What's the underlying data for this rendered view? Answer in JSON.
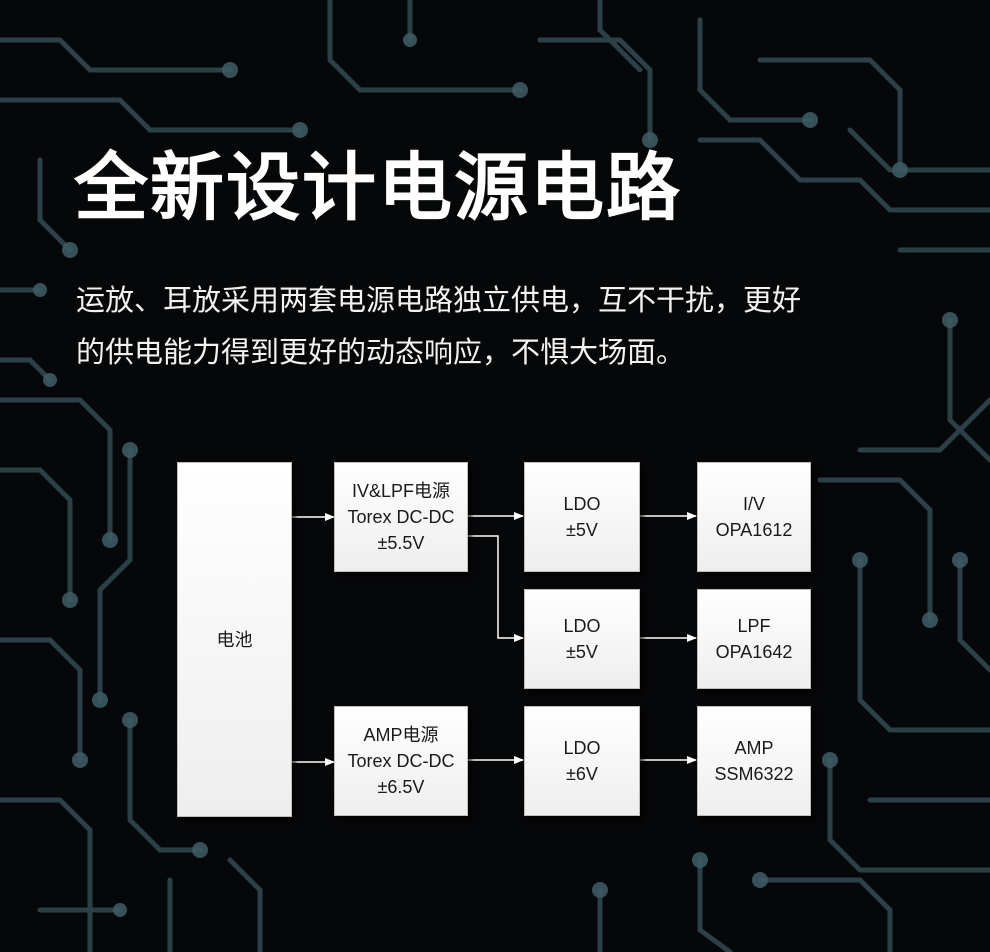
{
  "title": "全新设计电源电路",
  "description": {
    "line1": "运放、耳放采用两套电源电路独立供电，互不干扰，更好",
    "line2": "的供电能力得到更好的动态响应，不惧大场面。"
  },
  "diagram": {
    "battery": "电池",
    "supply_ivlpf": {
      "line1": "IV&LPF电源",
      "line2": "Torex DC-DC",
      "line3": "±5.5V"
    },
    "supply_amp": {
      "line1": "AMP电源",
      "line2": "Torex DC-DC",
      "line3": "±6.5V"
    },
    "ldo_1": {
      "line1": "LDO",
      "line2": "±5V"
    },
    "ldo_2": {
      "line1": "LDO",
      "line2": "±5V"
    },
    "ldo_3": {
      "line1": "LDO",
      "line2": "±6V"
    },
    "iv": {
      "line1": "I/V",
      "line2": "OPA1612"
    },
    "lpf": {
      "line1": "LPF",
      "line2": "OPA1642"
    },
    "amp": {
      "line1": "AMP",
      "line2": "SSM6322"
    }
  },
  "colors": {
    "background": "#060708",
    "circuit_trace": "#3d5a63",
    "box_fill": "#f4f4f4",
    "arrow": "#ffffff"
  }
}
